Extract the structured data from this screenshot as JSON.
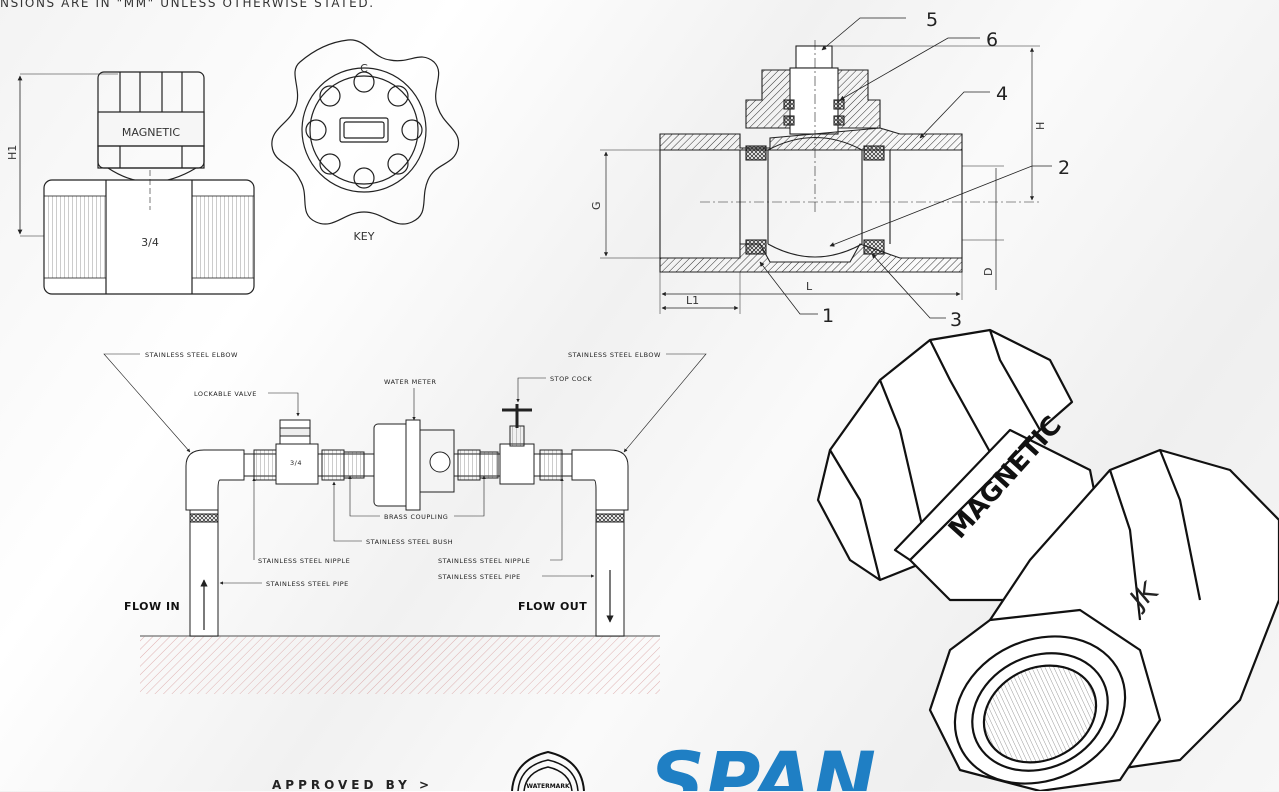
{
  "header": {
    "note": "NSIONS ARE IN \"MM\" UNLESS OTHERWISE STATED."
  },
  "front_view": {
    "body_text": "MAGNETIC",
    "size_text": "3/4",
    "dim_h1": "H1"
  },
  "key_view": {
    "top_letter": "C",
    "caption": "KEY"
  },
  "section_view": {
    "callouts": [
      "1",
      "2",
      "3",
      "4",
      "5",
      "6"
    ],
    "dims": {
      "h": "H",
      "g": "G",
      "d": "D",
      "l": "L",
      "l1": "L1"
    }
  },
  "installation": {
    "labels": {
      "elbow_left": "STAINLESS STEEL ELBOW",
      "elbow_right": "STAINLESS STEEL ELBOW",
      "lockable_valve": "LOCKABLE VALVE",
      "water_meter": "WATER METER",
      "stop_cock": "STOP COCK",
      "brass_coupling": "BRASS COUPLING",
      "bush": "STAINLESS STEEL BUSH",
      "nipple_left": "STAINLESS STEEL NIPPLE",
      "nipple_right": "STAINLESS STEEL NIPPLE",
      "pipe_left": "STAINLESS STEEL PIPE",
      "pipe_right": "STAINLESS STEEL PIPE",
      "flow_in": "FLOW IN",
      "flow_out": "FLOW OUT",
      "valve_size": "3/4"
    }
  },
  "product": {
    "body_text": "MAGNETIC",
    "logo_text": "JK"
  },
  "footer": {
    "approved_by": "APPROVED BY >",
    "watermark_text": "WATERMARK",
    "span_text": "SPAN"
  },
  "colors": {
    "line": "#222222",
    "span_blue": "#1f7fc4",
    "hatch": "#d9a0a0"
  }
}
